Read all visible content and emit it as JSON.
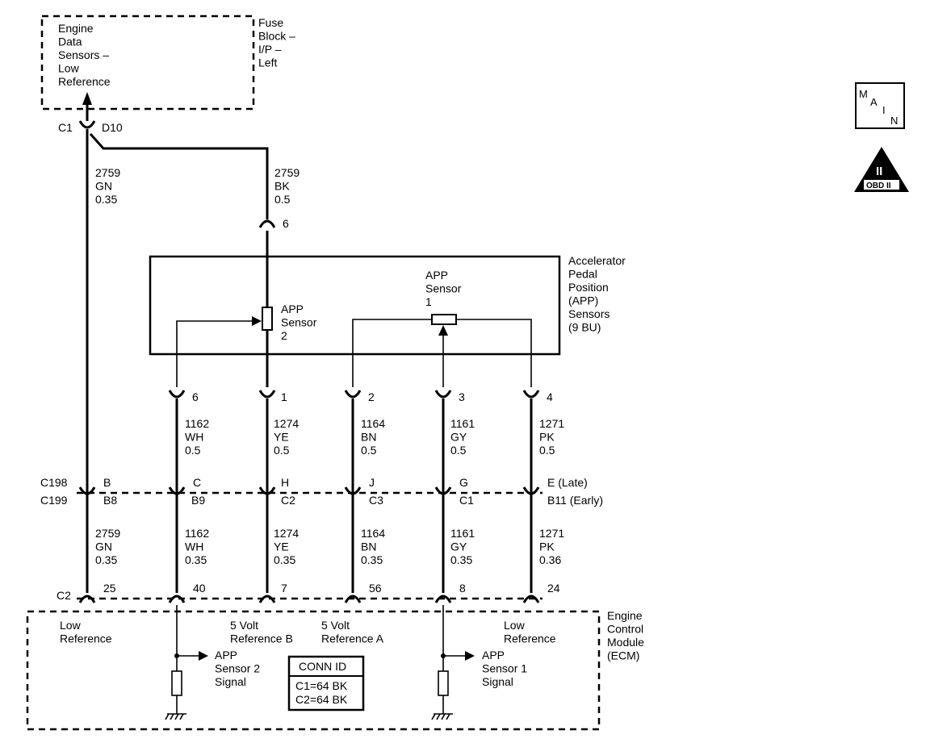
{
  "components": {
    "engine_data_sensors": "Engine\nData\nSensors –\nLow\nReference",
    "fuse_block": "Fuse\nBlock –\nI/P –\nLeft",
    "app_sensors_module": "Accelerator\nPedal\nPosition\n(APP)\nSensors\n(9 BU)",
    "app_sensor_1": "APP\nSensor\n1",
    "app_sensor_2": "APP\nSensor\n2",
    "ecm": "Engine\nControl\nModule\n(ECM)"
  },
  "upper_connector": {
    "c1": "C1",
    "d10": "D10"
  },
  "upper_wires": {
    "left": "2759\nGN\n0.35",
    "right": "2759\nBK\n0.5",
    "sensor_pin": "6"
  },
  "sensor_pins": [
    "6",
    "1",
    "2",
    "3",
    "4"
  ],
  "mid_wires": [
    "1162\nWH\n0.5",
    "1274\nYE\n0.5",
    "1164\nBN\n0.5",
    "1161\nGY\n0.5",
    "1271\nPK\n0.5"
  ],
  "inline_connector": {
    "c198": "C198",
    "c199": "C199",
    "top_pins": [
      "B",
      "C",
      "H",
      "J",
      "G",
      "E (Late)"
    ],
    "bottom_pins": [
      "B8",
      "B9",
      "C2",
      "C3",
      "C1",
      "B11 (Early)"
    ]
  },
  "lower_wires": [
    "2759\nGN\n0.35",
    "1162\nWH\n0.35",
    "1274\nYE\n0.35",
    "1164\nBN\n0.35",
    "1161\nGY\n0.35",
    "1271\nPK\n0.36"
  ],
  "ecm_connector": {
    "c2": "C2",
    "pins": [
      "25",
      "40",
      "7",
      "56",
      "8",
      "24"
    ]
  },
  "ecm_labels": {
    "low_ref_left": "Low\nReference",
    "ref_b": "5 Volt\nReference B",
    "ref_a": "5 Volt\nReference A",
    "low_ref_right": "Low\nReference",
    "sensor2_signal": "APP\nSensor 2\nSignal",
    "sensor1_signal": "APP\nSensor 1\nSignal"
  },
  "conn_id": {
    "title": "CONN ID",
    "line1": "C1=64 BK",
    "line2": "C2=64 BK"
  },
  "badges": {
    "main_m": "M",
    "main_a": "A",
    "main_i": "I",
    "main_n": "N",
    "obd_roman": "II",
    "obd_text": "OBD II"
  },
  "icons": [
    "main-menu-icon",
    "obd-ii-icon",
    "ground-icon",
    "resistor-icon",
    "connector-icon"
  ]
}
